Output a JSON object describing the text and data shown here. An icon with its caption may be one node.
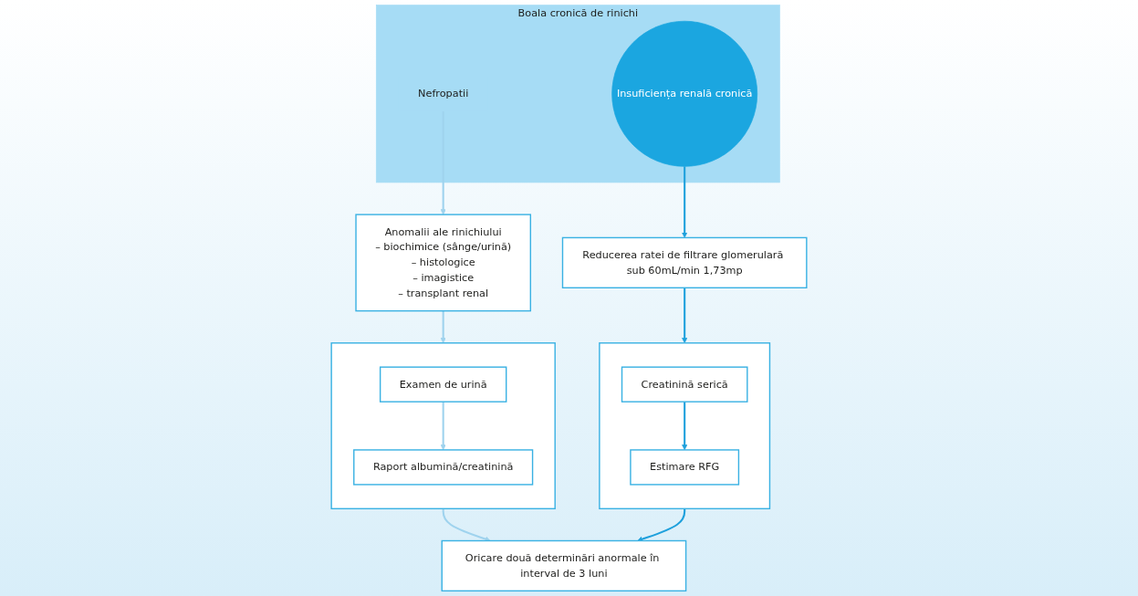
{
  "diagram": {
    "nodes": [
      {
        "text": [
          "Boala cronică de rinichi"
        ]
      },
      {
        "text": [
          "Nefropatii"
        ],
        "in": 0
      },
      {
        "text": [
          "Insuficiența renală cronică"
        ],
        "in": 0
      },
      {
        "text": [
          "Anomalii ale rinichiului",
          "– biochimice (sânge/urină)",
          "– histologice",
          "– imagistice",
          "– transplant renal"
        ]
      },
      {
        "text": [],
        "shape": "box"
      },
      {
        "text": [
          "Examen de urină"
        ],
        "in": 4
      },
      {
        "text": [
          "Raport albumină/creatinină"
        ],
        "in": 4
      },
      {
        "text": [
          "Reducerea ratei de filtrare glomerulară sub 60mL/min 1,73mp"
        ]
      },
      {
        "text": [],
        "shape": "box"
      },
      {
        "text": [
          "Creatinină serică"
        ],
        "in": 8
      },
      {
        "text": [
          "Estimare RFG"
        ],
        "in": 8
      },
      {
        "text": [
          "Oricare două determinări anormale în interval de 3 luni"
        ]
      }
    ],
    "edges": [
      {
        "from": 1,
        "to": 3,
        "arrow": "to"
      },
      {
        "from": 2,
        "to": 7,
        "arrow": "to",
        "color": "#1ea0dc"
      },
      {
        "from": 3,
        "to": 4,
        "arrow": "to"
      },
      {
        "from": 5,
        "to": 6,
        "arrow": "to"
      },
      {
        "from": 4,
        "to": 11,
        "arrow": "to"
      },
      {
        "from": 7,
        "to": 8,
        "arrow": "to",
        "color": "#1ea0dc"
      },
      {
        "from": 9,
        "to": 10,
        "arrow": "to",
        "color": "#1ea0dc"
      },
      {
        "from": 8,
        "to": 11,
        "arrow": "to",
        "color": "#1ea0dc"
      }
    ]
  }
}
